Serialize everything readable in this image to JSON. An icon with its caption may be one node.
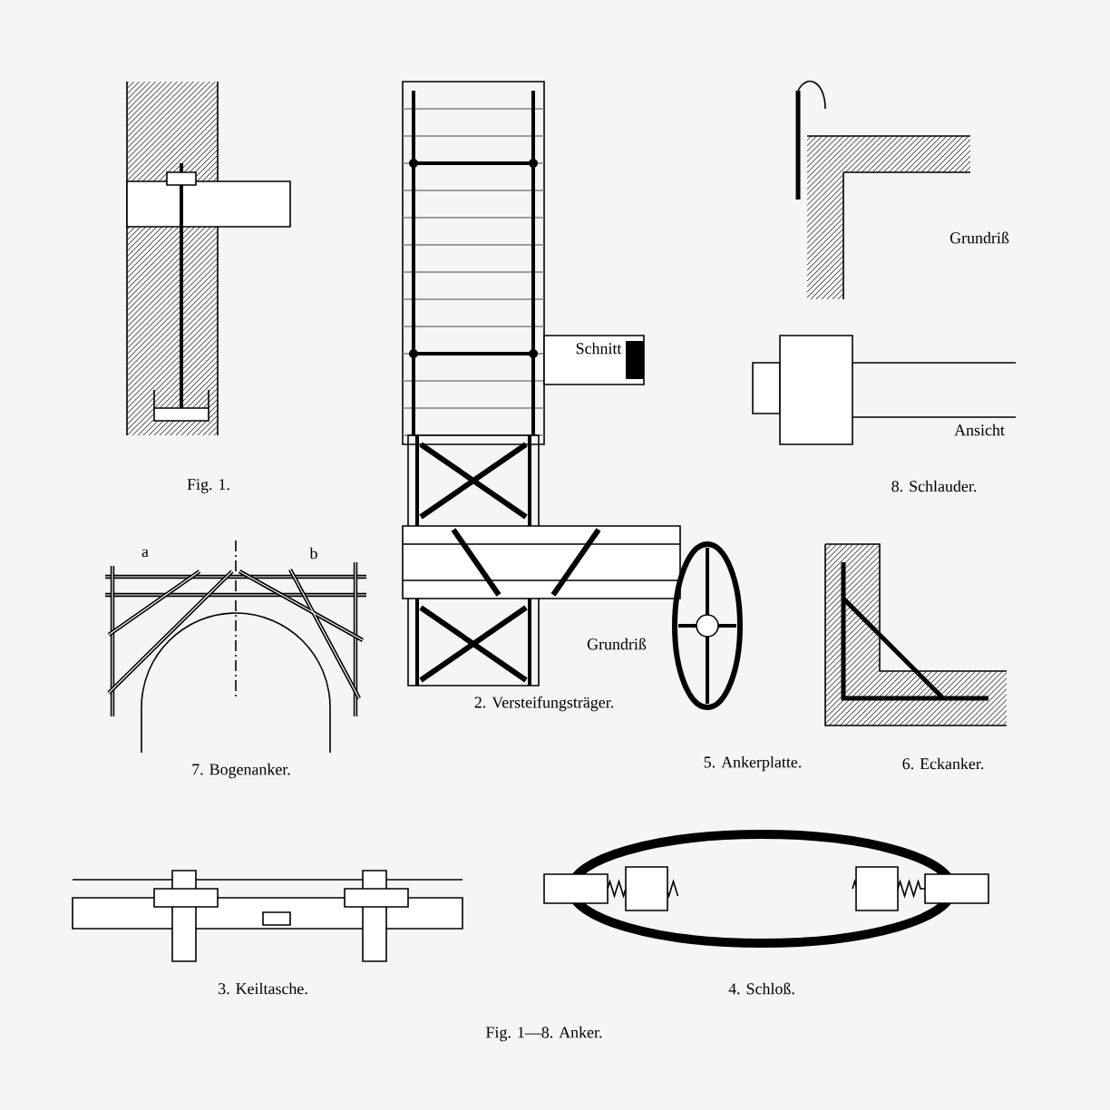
{
  "diagram": {
    "caption": "Fig. 1—8. Anker.",
    "labels": [
      "Fig. 1.",
      "Grundriß",
      "Schnitt",
      "Ansicht",
      "8. Schlauder.",
      "a",
      "b",
      "Grundriß",
      "7. Bogenanker.",
      "2. Versteifungsträger.",
      "5. Ankerplatte.",
      "6. Eckanker.",
      "3. Keiltasche.",
      "4. Schloß."
    ]
  }
}
